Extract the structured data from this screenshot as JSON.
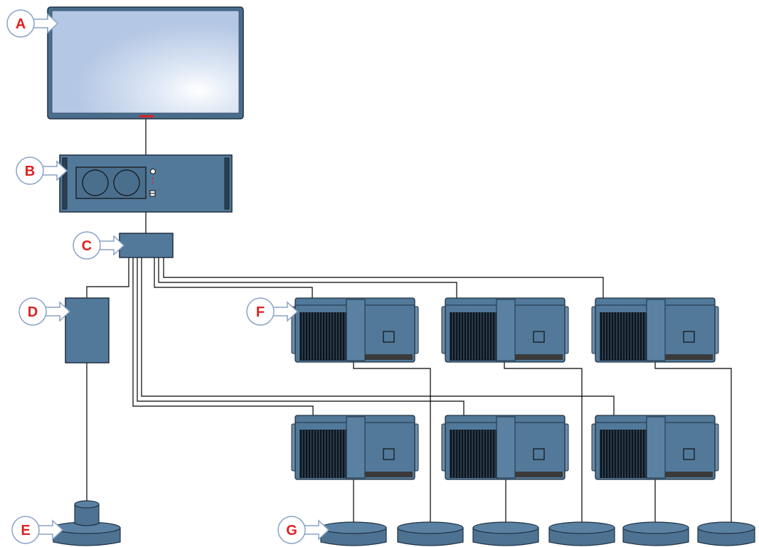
{
  "labels": {
    "A": "A",
    "B": "B",
    "C": "C",
    "D": "D",
    "E": "E",
    "F": "F",
    "G": "G"
  },
  "colors": {
    "device_fill": "#4e7392",
    "device_stroke": "#1f3142",
    "label_text": "#e0201e",
    "callout_fill": "#ffffff",
    "callout_stroke": "#8aa2c8",
    "screen_fill": "#b8cbe6"
  },
  "icons": {
    "monitor": "monitor-icon",
    "computer": "rack-computer-icon",
    "switch": "network-switch-icon",
    "controller": "controller-box-icon",
    "drive_unit": "drive-unit-icon",
    "pedestal": "pedestal-icon"
  }
}
